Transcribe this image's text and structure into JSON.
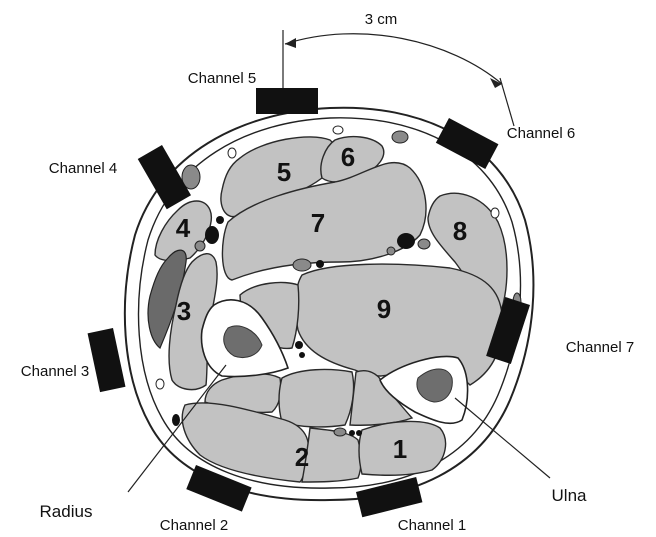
{
  "channels": {
    "ch1": "Channel 1",
    "ch2": "Channel 2",
    "ch3": "Channel 3",
    "ch4": "Channel 4",
    "ch5": "Channel 5",
    "ch6": "Channel 6",
    "ch7": "Channel 7"
  },
  "distance_label": "3 cm",
  "bones": {
    "radius": "Radius",
    "ulna": "Ulna"
  },
  "muscle_numbers": [
    "1",
    "2",
    "3",
    "4",
    "5",
    "6",
    "7",
    "8",
    "9"
  ],
  "colors": {
    "muscle": "#c2c2c2",
    "bone_marrow": "#6e6e6e",
    "electrode": "#111111",
    "background": "#ffffff"
  }
}
